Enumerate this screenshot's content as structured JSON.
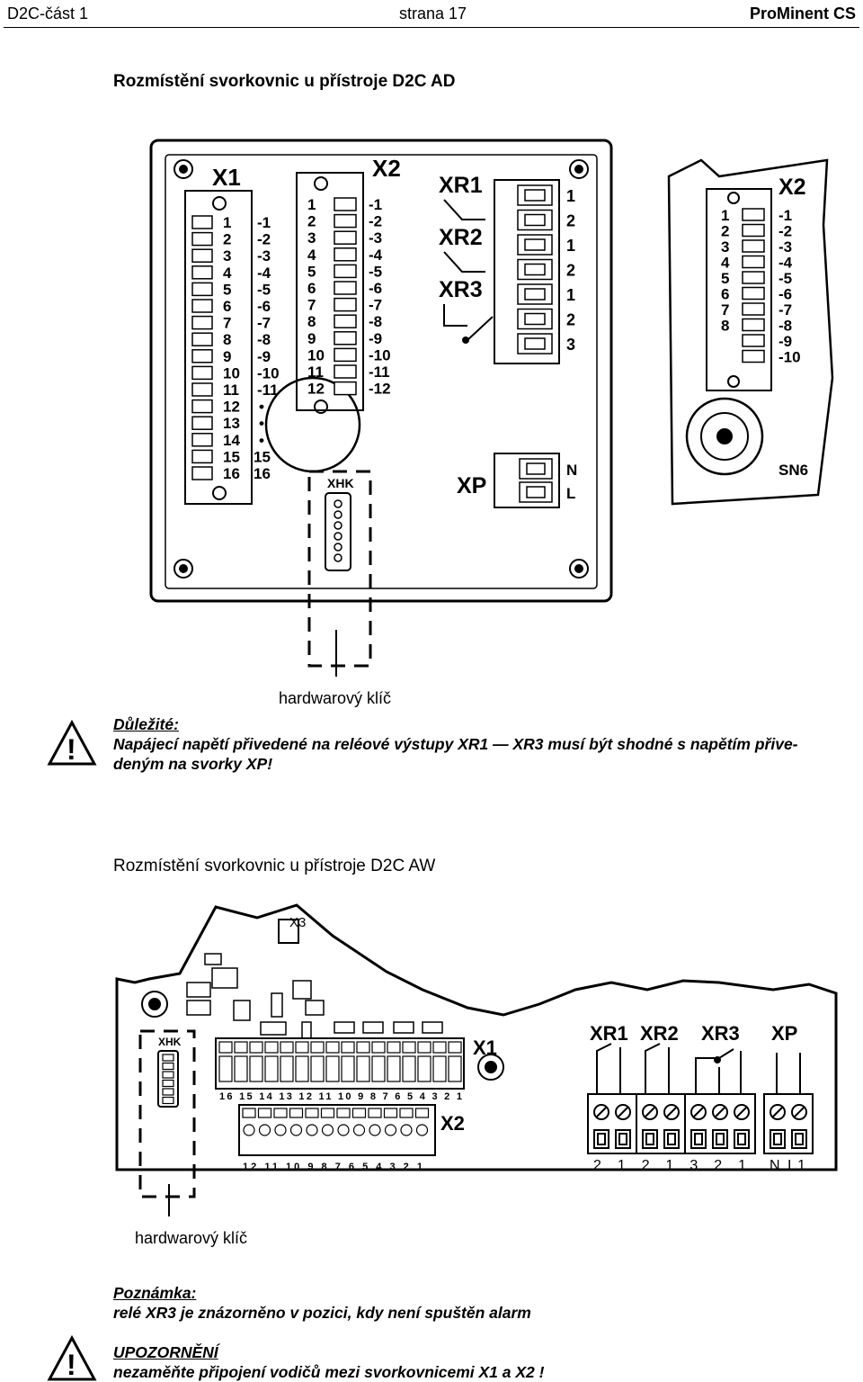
{
  "header": {
    "left": "D2C-část 1",
    "center": "strana 17",
    "right": "ProMinent CS"
  },
  "section1": {
    "title": "Rozmístění svorkovnic u přístroje D2C AD",
    "diagram": {
      "x1_label": "X1",
      "x2_label": "X2",
      "xr1": "XR1",
      "xr2": "XR2",
      "xr3": "XR3",
      "xp": "XP",
      "xhk": "XHK",
      "x2_side": "X2",
      "sn6": "SN6",
      "relay_pins": [
        "1",
        "2",
        "1",
        "2",
        "1",
        "2",
        "3"
      ],
      "xp_pins": [
        "N",
        "L"
      ]
    },
    "caption": "hardwarový klíč",
    "note_heading": "Důležité:",
    "note_line1": "Napájecí napětí přivedené na reléové výstupy XR1 — XR3 musí být shodné s napětím přive-",
    "note_line2": "deným na svorky XP!"
  },
  "section2": {
    "title": "Rozmístění svorkovnic u přístroje D2C AW",
    "diagram": {
      "x3": "X3",
      "xhk": "XHK",
      "x1": "X1",
      "x2": "X2",
      "xr1": "XR1",
      "xr2": "XR2",
      "xr3": "XR3",
      "xp": "XP",
      "x1_pins": "16 15 14 13 12 11 10 9 8 7 6 5 4 3 2 1",
      "x2_pins": "12 11 10 9 8 7 6 5 4 3 2 1",
      "relay_pins": "2 1 2 1 3 2 1",
      "xp_pins": "N L1"
    },
    "caption": "hardwarový klíč",
    "note_heading": "Poznámka:",
    "note_text": "relé XR3 je znázorněno v pozici, kdy není spuštěn alarm",
    "warn_heading": "UPOZORNĚNÍ",
    "warn_text": "nezaměňte připojení vodičů mezi svorkovnicemi X1 a X2 !"
  }
}
